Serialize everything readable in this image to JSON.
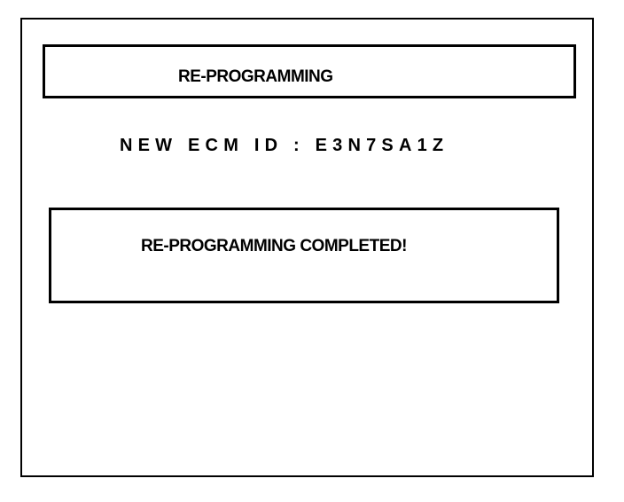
{
  "header": {
    "title": "RE-PROGRAMMING"
  },
  "ecm": {
    "label": "NEW ECM ID : E3N7SA1Z"
  },
  "message": {
    "text": "RE-PROGRAMMING COMPLETED!"
  }
}
